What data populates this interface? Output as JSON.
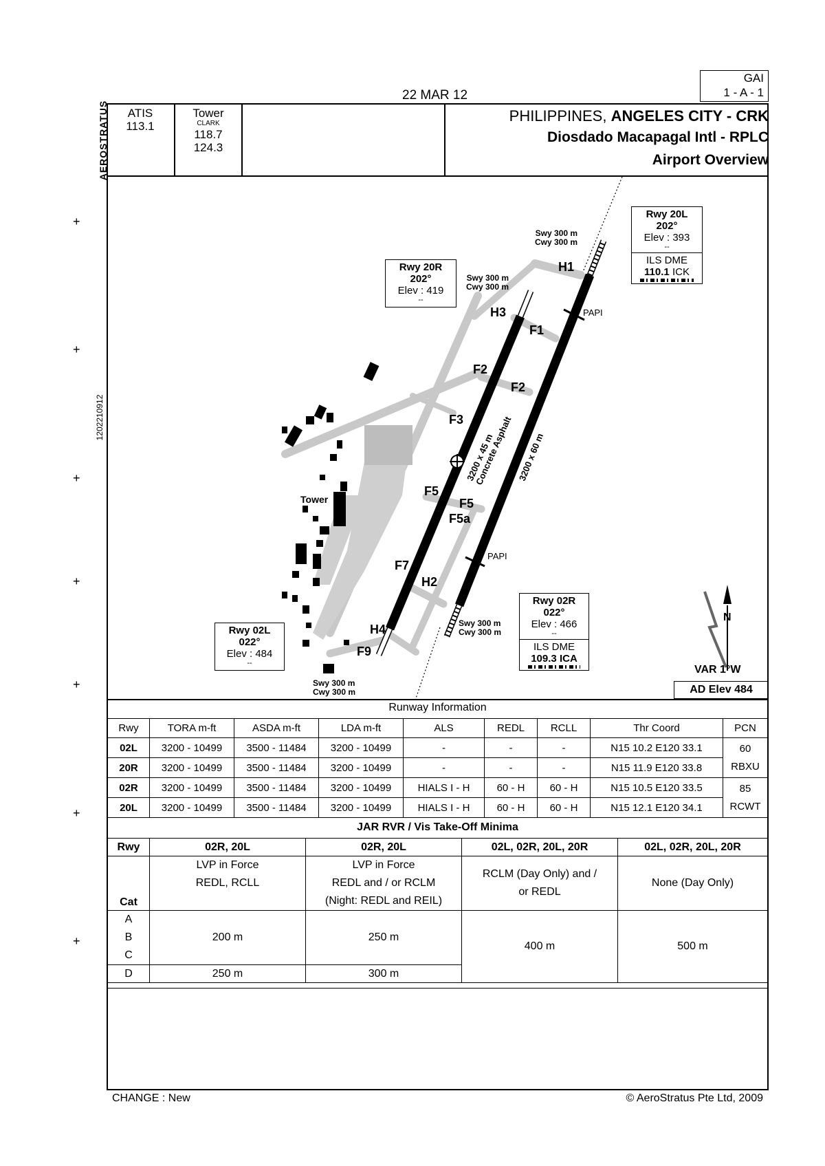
{
  "header": {
    "date": "22 MAR 12",
    "code_line1": "GAI",
    "code_line2": "1 - A - 1",
    "brand": "AEROSTRATUS",
    "side_number": "1202210912",
    "country": "PHILIPPINES,",
    "city": "ANGELES CITY - CRK",
    "airport": "Diosdado Macapagal Intl - RPLC",
    "chart": "Airport Overview"
  },
  "freq": {
    "atis_label": "ATIS",
    "atis_freq": "113.1",
    "tower_label": "Tower",
    "tower_sub": "CLARK",
    "tower_freq1": "118.7",
    "tower_freq2": "124.3"
  },
  "map": {
    "rwy20l": {
      "name": "Rwy 20L",
      "hdg": "202°",
      "elev": "Elev : 393",
      "dash": "--",
      "ils_label": "ILS DME",
      "ils_freq": "110.1",
      "ils_id": "ICK"
    },
    "rwy20r": {
      "name": "Rwy 20R",
      "hdg": "202°",
      "elev": "Elev : 419",
      "dash": "--"
    },
    "rwy02r": {
      "name": "Rwy 02R",
      "hdg": "022°",
      "elev": "Elev : 466",
      "dash": "--",
      "ils_label": "ILS DME",
      "ils_freq": "109.3",
      "ils_id": "ICA"
    },
    "rwy02l": {
      "name": "Rwy 02L",
      "hdg": "022°",
      "elev": "Elev : 484",
      "dash": "--"
    },
    "swy": "Swy 300 m",
    "cwy": "Cwy 300 m",
    "papi": "PAPI",
    "tower": "Tower",
    "rwy_west_dim": "3200 x 45 m",
    "rwy_west_surface": "Concrete Asphalt",
    "rwy_east_dim": "3200 x 60 m",
    "taxiways": {
      "H1": "H1",
      "H3": "H3",
      "F1": "F1",
      "F2a": "F2",
      "F2b": "F2",
      "F3": "F3",
      "F5a": "F5",
      "F5b": "F5",
      "F5c": "F5a",
      "F7": "F7",
      "H2": "H2",
      "H4": "H4",
      "F9": "F9"
    },
    "north": "N",
    "var": "VAR 1°W",
    "ad_elev": "AD Elev 484"
  },
  "runway_info": {
    "title": "Runway Information",
    "headers": [
      "Rwy",
      "TORA m-ft",
      "ASDA m-ft",
      "LDA m-ft",
      "ALS",
      "REDL",
      "RCLL",
      "Thr Coord",
      "PCN"
    ],
    "rows": [
      [
        "02L",
        "3200 - 10499",
        "3500 - 11484",
        "3200 - 10499",
        "-",
        "-",
        "-",
        "N15 10.2 E120 33.1"
      ],
      [
        "20R",
        "3200 - 10499",
        "3500 - 11484",
        "3200 - 10499",
        "-",
        "-",
        "-",
        "N15 11.9 E120 33.8"
      ],
      [
        "02R",
        "3200 - 10499",
        "3500 - 11484",
        "3200 - 10499",
        "HIALS I - H",
        "60 - H",
        "60 - H",
        "N15 10.5 E120 33.5"
      ],
      [
        "20L",
        "3200 - 10499",
        "3500 - 11484",
        "3200 - 10499",
        "HIALS I - H",
        "60 - H",
        "60 - H",
        "N15 12.1 E120 34.1"
      ]
    ],
    "pcn": [
      "60",
      "RBXU",
      "85",
      "RCWT"
    ]
  },
  "minima": {
    "title": "JAR RVR / Vis Take-Off Minima",
    "rwy_label": "Rwy",
    "cat_label": "Cat",
    "cols": [
      "02R, 20L",
      "02R, 20L",
      "02L, 02R, 20L, 20R",
      "02L, 02R, 20L, 20R"
    ],
    "cond1": [
      "LVP in Force",
      "REDL, RCLL"
    ],
    "cond2": [
      "LVP in Force",
      "REDL and / or RCLM",
      "(Night: REDL and REIL)"
    ],
    "cond3": [
      "RCLM (Day Only) and /",
      "or REDL"
    ],
    "cond4": "None (Day Only)",
    "cats": [
      "A",
      "B",
      "C",
      "D"
    ],
    "abc": [
      "200 m",
      "250 m",
      "400 m",
      "500 m"
    ],
    "d": [
      "250 m",
      "300 m"
    ]
  },
  "footer": {
    "change": "CHANGE : New",
    "copyright": "© AeroStratus Pte Ltd, 2009"
  }
}
